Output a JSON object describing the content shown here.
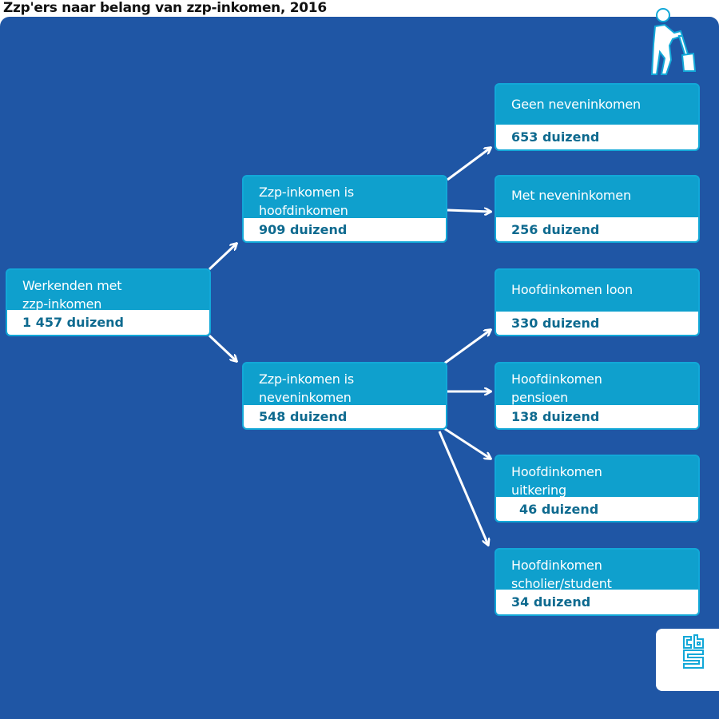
{
  "title": "Zzp'ers naar belang van zzp-inkomen, 2016",
  "nodes": {
    "root": {
      "label": "Werkenden met zzp-inkomen",
      "value": "1 457 duizend"
    },
    "main": {
      "label": "Zzp-inkomen is hoofdinkomen",
      "value": "909 duizend"
    },
    "side": {
      "label": "Zzp-inkomen is neveninkomen",
      "value": "548 duizend"
    },
    "geen": {
      "label": "Geen neveninkomen",
      "value": "653 duizend"
    },
    "met": {
      "label": "Met neveninkomen",
      "value": "256 duizend"
    },
    "loon": {
      "label": "Hoofdinkomen loon",
      "value": "330 duizend"
    },
    "pensioen": {
      "label": "Hoofdinkomen pensioen",
      "value": "138 duizend"
    },
    "uitkering": {
      "label": "Hoofdinkomen uitkering",
      "value": "46 duizend"
    },
    "scholier": {
      "label": "Hoofdinkomen scholier/student",
      "value": "34 duizend"
    }
  },
  "logo_text": "cbs",
  "colors": {
    "background": "#1f56a5",
    "box": "#0fa0cd",
    "value_text": "#0e6a8f"
  }
}
